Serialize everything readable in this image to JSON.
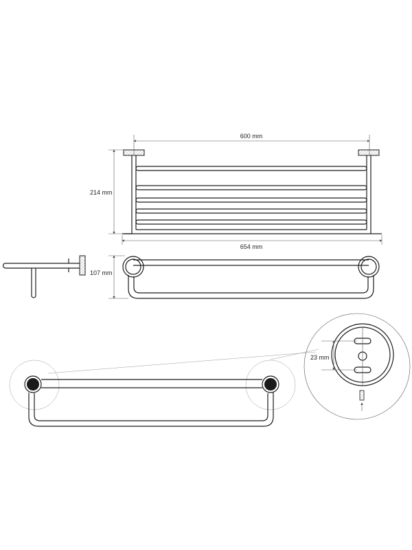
{
  "dimensions": {
    "inner_width": "600 mm",
    "outer_width": "654 mm",
    "height": "214 mm",
    "depth": "107 mm",
    "hole_spacing": "23 mm"
  },
  "colors": {
    "line": "#1a1a1a",
    "dim_line": "#555555",
    "hatch": "#888888"
  }
}
